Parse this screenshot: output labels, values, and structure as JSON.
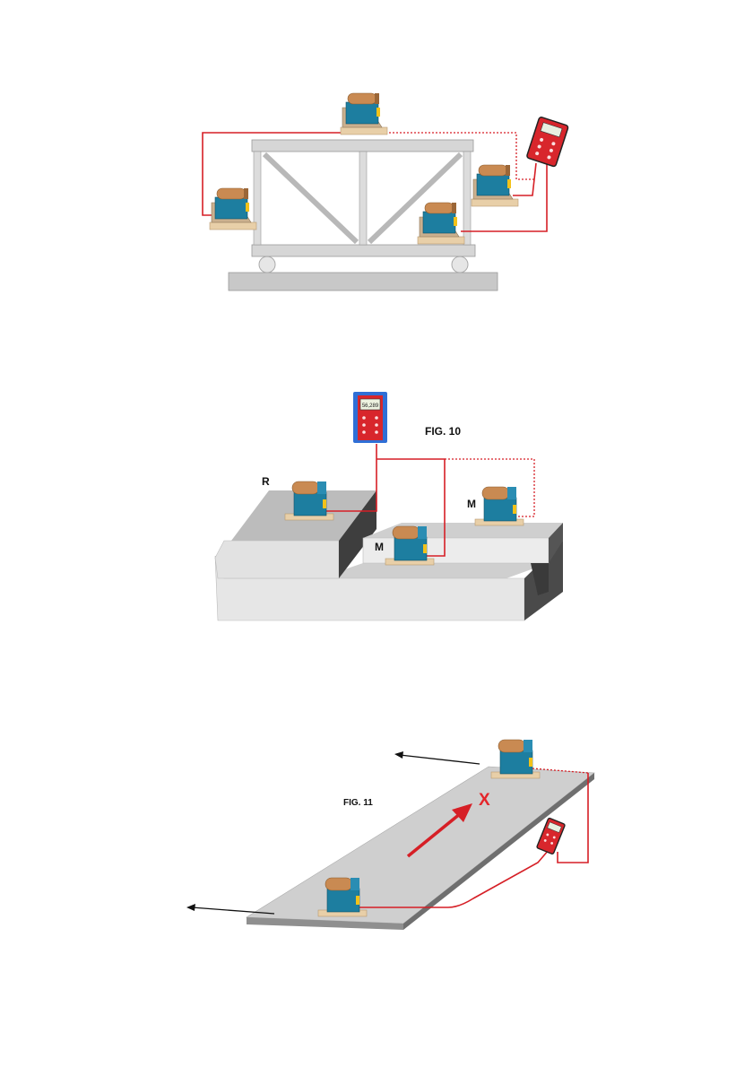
{
  "figures": [
    {
      "id": "fig9",
      "caption": ""
    },
    {
      "id": "fig10",
      "caption": "FIG. 10",
      "labels": [
        "R",
        "M",
        "M"
      ],
      "display_text": "56,289"
    },
    {
      "id": "fig11",
      "caption": "FIG. 11",
      "labels": [
        "X"
      ]
    }
  ],
  "colors": {
    "cable": "#d61f26",
    "level_body": "#1d7ea0",
    "roller": "#c98a52",
    "base_plate": "#e8cfa8",
    "display_unit": "#d8262c",
    "steel": "#d6d6d6",
    "ground": "#c8c8c8"
  }
}
